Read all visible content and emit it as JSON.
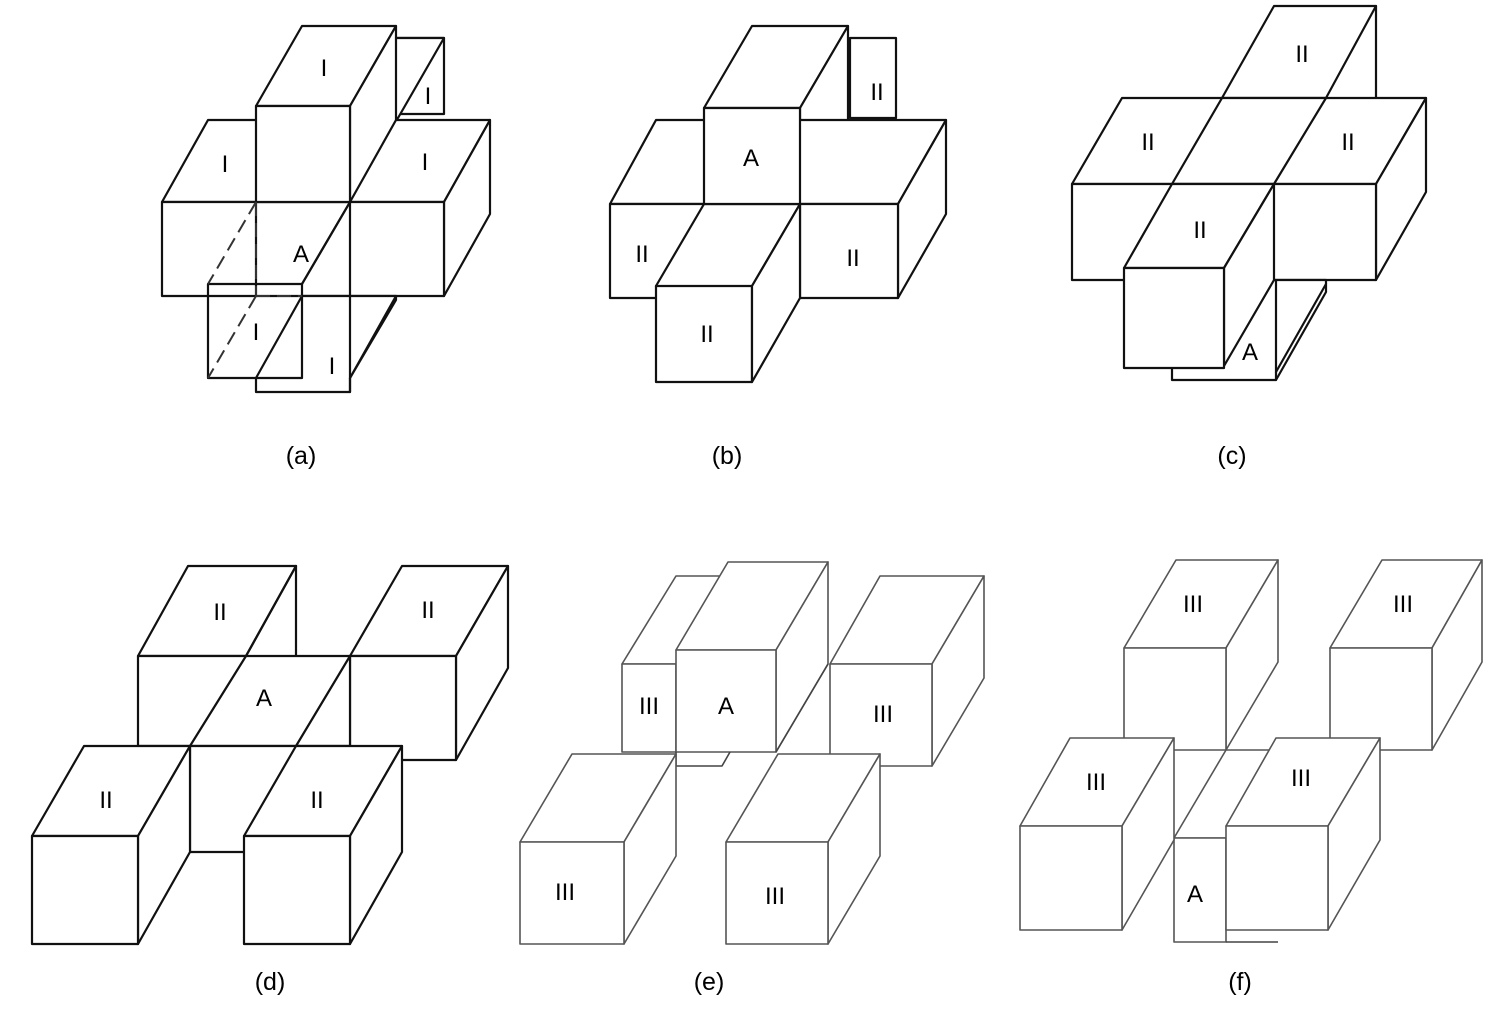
{
  "panels": [
    {
      "caption": "(a)",
      "labels": {
        "top": "I",
        "back_right": "I",
        "left": "I",
        "right": "I",
        "center": "A",
        "front": "I",
        "front_side": "I"
      }
    },
    {
      "caption": "(b)",
      "labels": {
        "back": "II",
        "top": "A",
        "left": "II",
        "right": "II",
        "front": "II"
      }
    },
    {
      "caption": "(c)",
      "labels": {
        "back": "II",
        "left": "II",
        "right": "II",
        "center": "II",
        "front_side": "A"
      }
    },
    {
      "caption": "(d)",
      "labels": {
        "back_left": "II",
        "back_right": "II",
        "center": "A",
        "front_left": "II",
        "front_right": "II"
      }
    },
    {
      "caption": "(e)",
      "labels": {
        "back_left": "III",
        "center": "A",
        "back_right": "III",
        "front_left": "III",
        "front_right": "III"
      }
    },
    {
      "caption": "(f)",
      "labels": {
        "back_left": "III",
        "back_right": "III",
        "front_left": "III",
        "front_right": "III",
        "center": "A"
      }
    }
  ]
}
